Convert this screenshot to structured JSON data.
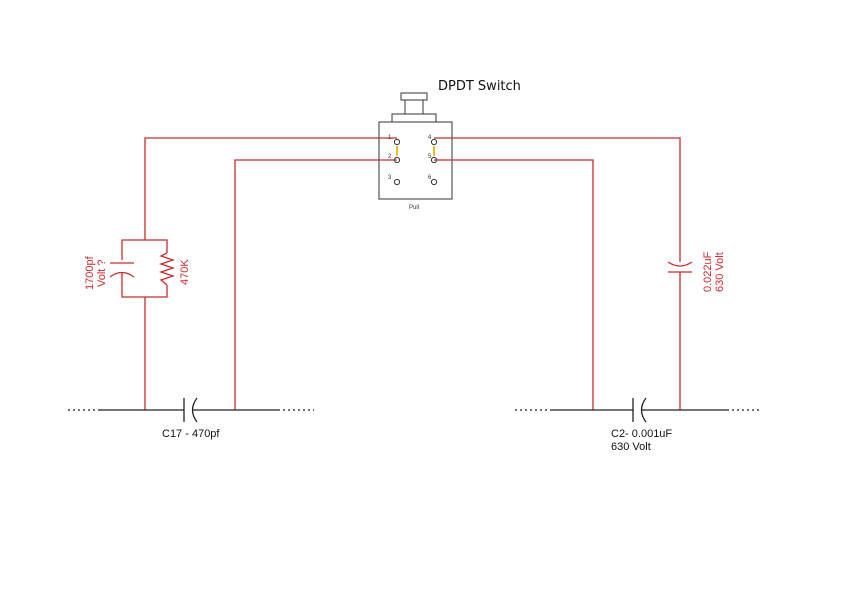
{
  "switch": {
    "title": "DPDT Switch",
    "pull_label": "Pull",
    "pins": [
      "1",
      "2",
      "3",
      "4",
      "5",
      "6"
    ]
  },
  "labels": {
    "left_cap": "1700pf",
    "left_cap_volt": "Volt ?",
    "resistor": "470K",
    "right_cap": "0.022uF",
    "right_cap_volt": "630 Volt",
    "c17": "C17 - 470pf",
    "c2": "C2- 0.001uF",
    "c2_volt": "630 Volt"
  },
  "colors": {
    "wire": "#cc2b2b",
    "line": "#222222",
    "switch_link": "#e6b800"
  }
}
